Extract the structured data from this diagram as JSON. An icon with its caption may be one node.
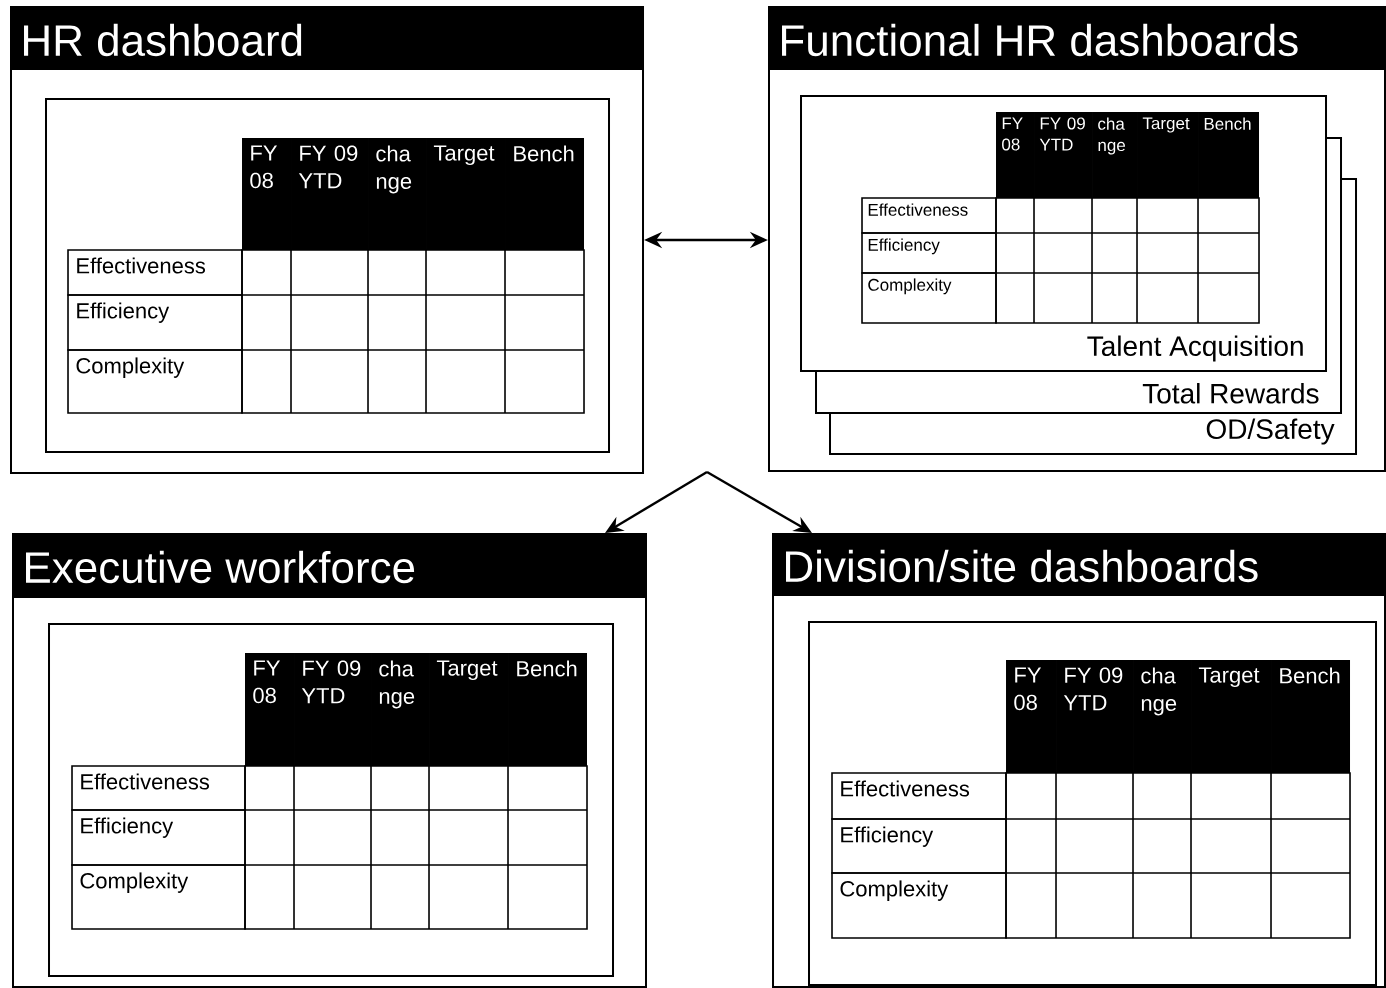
{
  "diagram": {
    "nodes": [
      {
        "text": [
          "HR dashboard"
        ]
      },
      {
        "text": [],
        "shape": "box",
        "in": 0
      },
      {
        "text": [
          "Functional HR dashboards"
        ]
      },
      {
        "text": [
          "Talent Acquisition"
        ],
        "in": 2
      },
      {
        "text": [
          "Total Rewards"
        ],
        "in": 2
      },
      {
        "text": [
          "OD/Safety"
        ],
        "in": 2
      },
      {
        "text": [
          "Executive workforce"
        ]
      },
      {
        "text": [],
        "shape": "box",
        "in": 6
      },
      {
        "text": [
          "Division/site dashboards"
        ]
      },
      {
        "text": [],
        "shape": "box",
        "in": 8
      }
    ],
    "edges": [
      {
        "from": 0,
        "to": 2,
        "arrow": "both"
      },
      {
        "from": null,
        "to": 6,
        "arrow": "to"
      },
      {
        "from": null,
        "to": 8,
        "arrow": "to"
      }
    ],
    "labels": [
      "FY 08",
      "FY 09 YTD",
      "cha nge",
      "Target",
      "Bench",
      "Effectiveness",
      "Efficiency",
      "Complexity",
      "FY 08",
      "FY 09 YTD",
      "cha nge",
      "Target",
      "Bench",
      "Effectiveness",
      "Efficiency",
      "Complexity",
      "FY 08",
      "FY 09 YTD",
      "cha nge",
      "Target",
      "Bench",
      "Effectiveness",
      "Efficiency",
      "Complexity",
      "FY 08",
      "FY 09 YTD",
      "cha nge",
      "Target",
      "Bench",
      "Effectiveness",
      "Efficiency",
      "Complexity"
    ]
  }
}
